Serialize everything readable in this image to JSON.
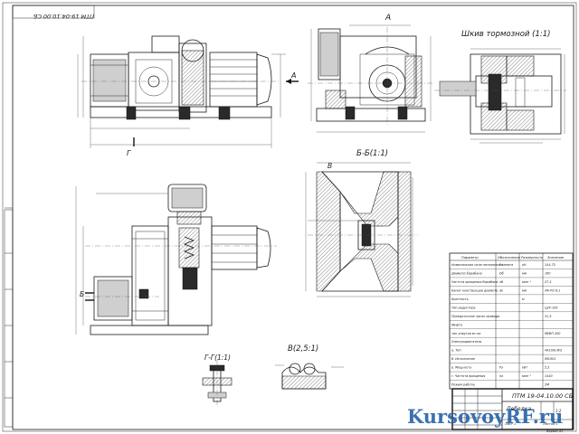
{
  "stamp": {
    "rotated_code": "ПТМ 19-04.10.00 СБ"
  },
  "views": {
    "view_a": "А",
    "view_a_arrow": "А",
    "view_g_arrow": "Г",
    "brake_pulley": "Шкив тормозной (1:1)",
    "section_bb": "Б-Б(1:1)",
    "view_v_mark": "В",
    "view_b_arrow": "Б",
    "view_g": "Г-Г(1:1)",
    "view_v": "В(2,5:1)"
  },
  "params_table": {
    "headers": [
      "Параметр",
      "Обозначение",
      "Размерность",
      "Значение"
    ],
    "rows": [
      [
        "Номинальная сила натяжения каната",
        "Fн",
        "кН",
        "144,75"
      ],
      [
        "Диаметр барабана",
        "Dб",
        "мм",
        "160"
      ],
      [
        "Частота вращения барабана",
        "nб",
        "мин⁻¹",
        "27,4"
      ],
      [
        "Канат конструкции диаметр",
        "dк",
        "мм",
        "ЛК-РО 6,1"
      ],
      [
        "Кратность",
        "",
        "м",
        ""
      ],
      [
        "Тип редуктора",
        "",
        "",
        "Ц2У-100"
      ],
      [
        "Передаточное число привода",
        "",
        "",
        "31,5"
      ],
      [
        "Муфта",
        "",
        "",
        ""
      ],
      [
        "тип  упругая вт-ла",
        "",
        "",
        "МУВП 200"
      ],
      [
        "Электродвигатель",
        "",
        "",
        ""
      ],
      [
        "а. Тип",
        "",
        "",
        "4А100L4УЗ"
      ],
      [
        "б. Исполнение",
        "",
        "",
        "IM1001"
      ],
      [
        "в. Мощность",
        "Pэ",
        "кВт",
        "5,5"
      ],
      [
        "г. Частота вращения",
        "nэ",
        "мин⁻¹",
        "1440"
      ],
      [
        "Режим работы",
        "",
        "",
        "2М"
      ]
    ]
  },
  "title_block": {
    "code": "ПТМ 19-04.10.00 СБ",
    "name": "Лебедка",
    "scale": "1:2",
    "sheet": "Лист 1",
    "sheets": "Листов 1",
    "format": "Формат A1"
  },
  "watermark": {
    "text": "KursovoyRF.ru"
  }
}
